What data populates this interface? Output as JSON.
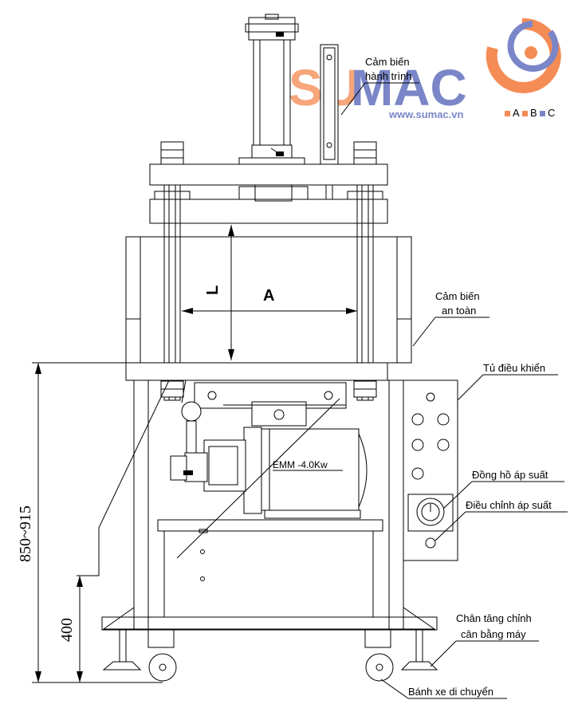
{
  "brand": {
    "name_part1": "SU",
    "name_part2": "MAC",
    "url": "www.sumac.vn",
    "tags": [
      "A",
      "B",
      "C"
    ],
    "colors": {
      "orange": "#f7a57a",
      "blue": "#7a86c8",
      "accent": "#f58b55"
    }
  },
  "labels": {
    "stroke_sensor_1": "Cảm biến",
    "stroke_sensor_2": "hành trình",
    "safety_sensor_1": "Cảm biến",
    "safety_sensor_2": "an toàn",
    "control_cabinet": "Tủ điều khiển",
    "pressure_gauge": "Đồng hồ áp suất",
    "pressure_adjust": "Điều chỉnh áp suất",
    "leveling_foot_1": "Chân tăng chỉnh",
    "leveling_foot_2": "cân bằng máy",
    "caster_wheel": "Bánh xe di chuyển",
    "motor": "EMM -4.0Kw"
  },
  "dimensions": {
    "stroke": "L",
    "width": "A",
    "table_height": "850~915",
    "base_height": "400"
  }
}
